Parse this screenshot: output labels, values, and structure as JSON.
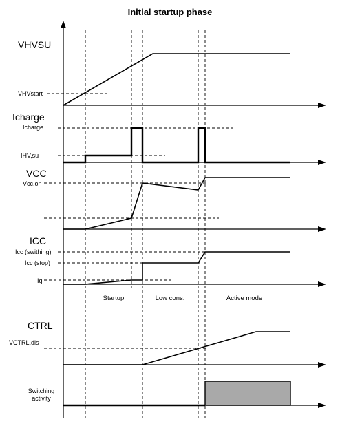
{
  "title": "Initial startup phase",
  "signals": {
    "vhvsu": {
      "name": "VHVSU",
      "level_label": "VHVstart"
    },
    "icharge": {
      "name": "Icharge",
      "level_high": "Icharge",
      "level_low": "IHV,su"
    },
    "vcc": {
      "name": "VCC",
      "level_label": "Vcc,on"
    },
    "icc": {
      "name": "ICC",
      "level_switching": "Icc (swithing)",
      "level_stop": "Icc (stop)",
      "level_q": "Iq"
    },
    "ctrl": {
      "name": "CTRL",
      "level_label": "VCTRL,dis"
    },
    "switching": {
      "name_line1": "Switching",
      "name_line2": "activity"
    }
  },
  "phases": [
    "Startup",
    "Low cons.",
    "Active mode"
  ],
  "colors": {
    "line": "#000000",
    "activity_fill": "#a9a9a9"
  }
}
